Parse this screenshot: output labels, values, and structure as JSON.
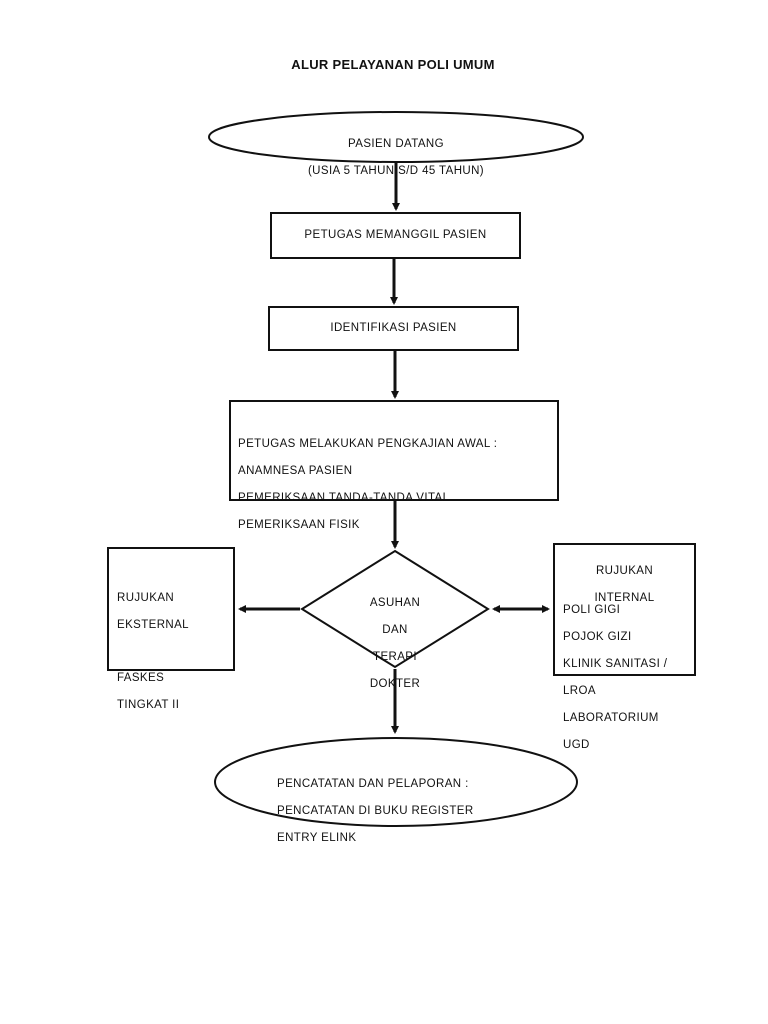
{
  "title": "ALUR PELAYANAN POLI UMUM",
  "nodes": {
    "start": {
      "line1": "PASIEN DATANG",
      "line2": "(USIA 5 TAHUN S/D 45 TAHUN)"
    },
    "call": {
      "label": "PETUGAS MEMANGGIL PASIEN"
    },
    "identify": {
      "label": "IDENTIFIKASI PASIEN"
    },
    "assessment": {
      "lines": [
        "PETUGAS MELAKUKAN PENGKAJIAN AWAL :",
        "ANAMNESA PASIEN",
        "PEMERIKSAAN TANDA-TANDA VITAL",
        "PEMERIKSAAN FISIK"
      ]
    },
    "decision": {
      "lines": [
        "ASUHAN",
        "DAN",
        "TERAPI",
        "DOKTER"
      ]
    },
    "external": {
      "line1": "RUJUKAN",
      "line2": "EKSTERNAL",
      "line3": "FASKES",
      "line4": "TINGKAT II"
    },
    "internal": {
      "heading1": "RUJUKAN",
      "heading2": "INTERNAL",
      "items": [
        "POLI GIGI",
        "POJOK GIZI",
        "KLINIK SANITASI /",
        "LROA",
        "LABORATORIUM",
        "UGD"
      ]
    },
    "end": {
      "lines": [
        "PENCATATAN DAN PELAPORAN :",
        "PENCATATAN DI BUKU REGISTER",
        "ENTRY ELINK"
      ]
    }
  }
}
